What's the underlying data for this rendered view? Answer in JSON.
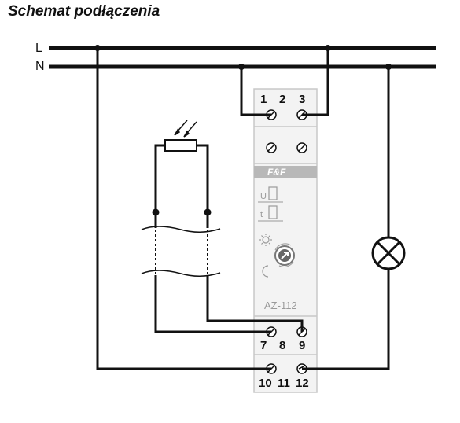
{
  "title": "Schemat podłączenia",
  "lines": {
    "L": "L",
    "N": "N"
  },
  "terminals": {
    "top": [
      "1",
      "2",
      "3"
    ],
    "bottom_mid": [
      "7",
      "8",
      "9"
    ],
    "bottom": [
      "10",
      "11",
      "12"
    ]
  },
  "device": {
    "brand": "F&F",
    "model": "AZ-112",
    "indicator_u": "U",
    "indicator_t": "t",
    "color_panel": "#f0f0f0",
    "color_brand_bar": "#b8b8b8",
    "color_text": "#9a9a9a"
  },
  "icons": [
    "sun-icon",
    "moon-icon",
    "knob-icon",
    "photoresistor-icon",
    "lamp-icon"
  ]
}
